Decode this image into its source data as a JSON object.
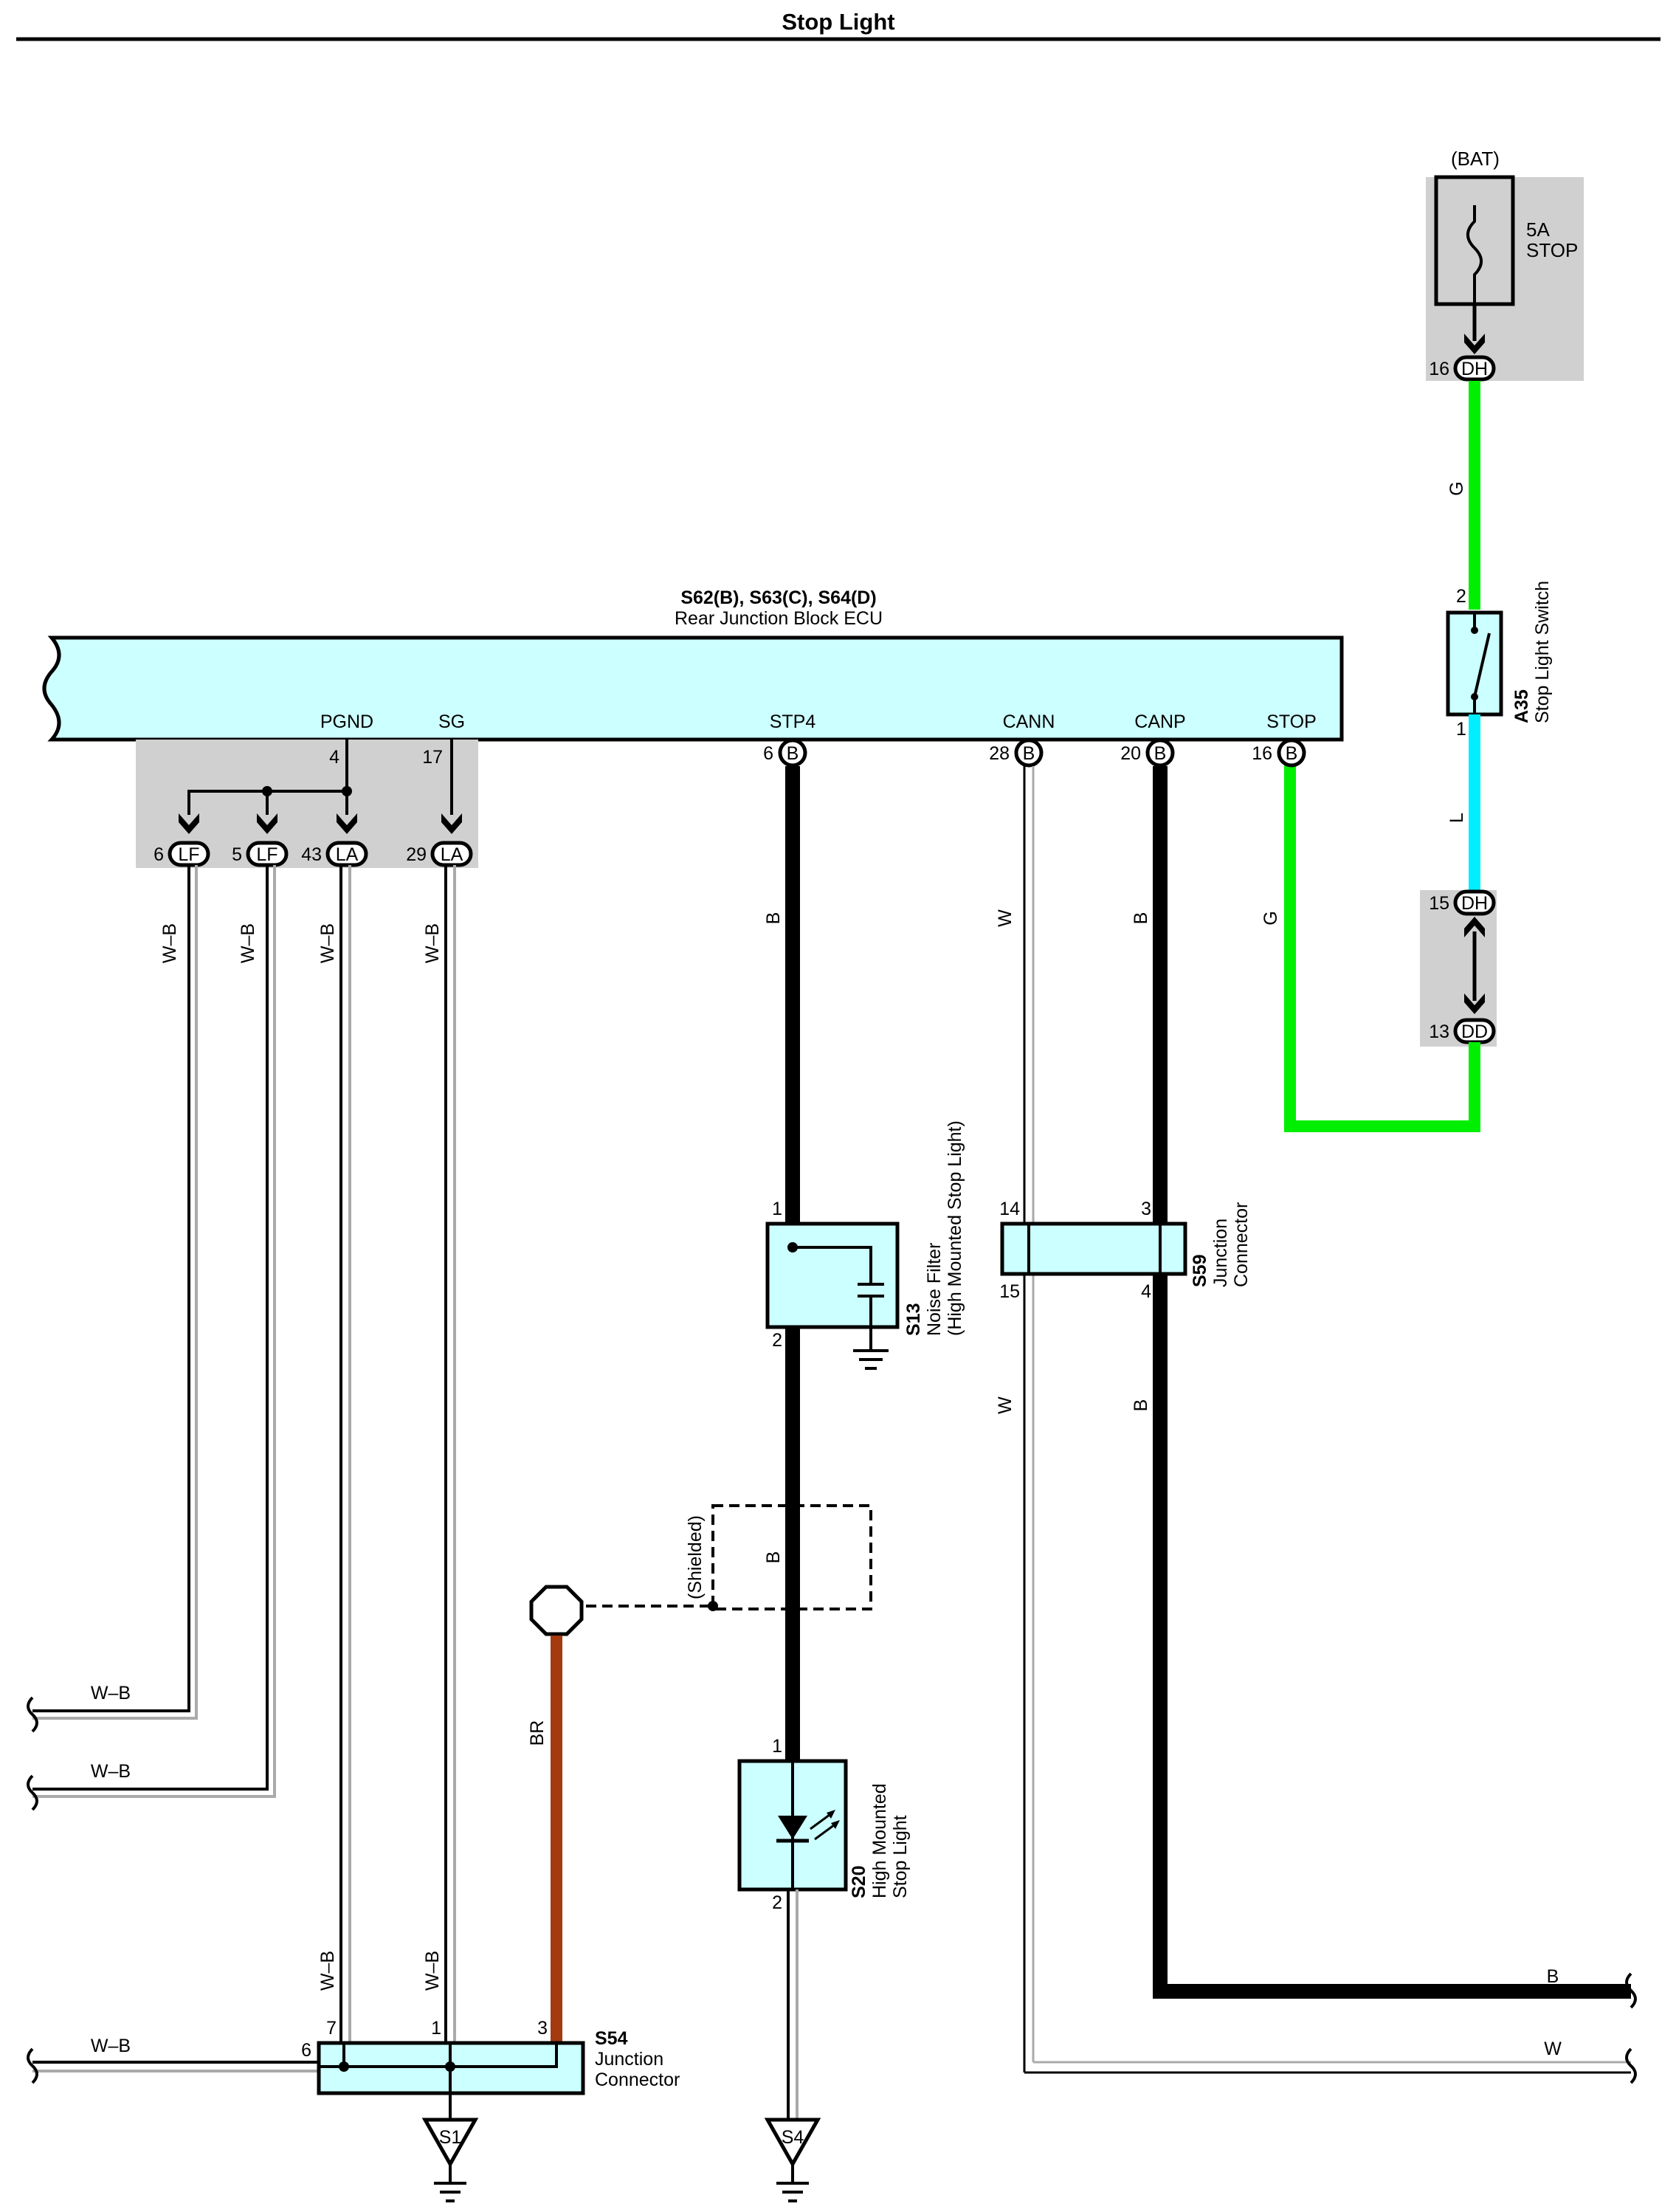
{
  "title": "Stop Light",
  "colors": {
    "component_fill": "#ccffff",
    "connector_area": "#d0d0d0",
    "wire_green": "#00ee00",
    "wire_blue": "#00eeff",
    "wire_brown": "#a33a10",
    "wire_black": "#000000"
  },
  "fuse": {
    "source": "(BAT)",
    "rating": "5A",
    "name": "STOP",
    "pin": "16",
    "connector": "DH"
  },
  "ecu": {
    "id": "S62(B), S63(C), S64(D)",
    "name": "Rear Junction Block ECU",
    "terminals": {
      "pgnd": {
        "label": "PGND",
        "pin": "4"
      },
      "sg": {
        "label": "SG",
        "pin": "17"
      },
      "stp4": {
        "label": "STP4",
        "pin": "6",
        "connector": "B"
      },
      "cann": {
        "label": "CANN",
        "pin": "28",
        "connector": "B"
      },
      "canp": {
        "label": "CANP",
        "pin": "20",
        "connector": "B"
      },
      "stop": {
        "label": "STOP",
        "pin": "16",
        "connector": "B"
      }
    }
  },
  "ground_connectors": [
    {
      "pin": "6",
      "connector": "LF"
    },
    {
      "pin": "5",
      "connector": "LF"
    },
    {
      "pin": "43",
      "connector": "LA"
    },
    {
      "pin": "29",
      "connector": "LA"
    }
  ],
  "stop_light_switch": {
    "id": "A35",
    "name": "Stop Light Switch",
    "pin_in": "2",
    "pin_out": "1"
  },
  "inline_connectors": [
    {
      "pin": "15",
      "connector": "DH"
    },
    {
      "pin": "13",
      "connector": "DD"
    }
  ],
  "noise_filter": {
    "id": "S13",
    "name": "Noise Filter",
    "sub": "(High Mounted Stop Light)",
    "pin_in": "1",
    "pin_out": "2"
  },
  "junction_s59": {
    "id": "S59",
    "name1": "Junction",
    "name2": "Connector",
    "pins": [
      "14",
      "15",
      "3",
      "4"
    ]
  },
  "shield_label": "(Shielded)",
  "high_mount": {
    "id": "S20",
    "name1": "High Mounted",
    "name2": "Stop Light",
    "pin_in": "1",
    "pin_out": "2"
  },
  "junction_s54": {
    "id": "S54",
    "name1": "Junction",
    "name2": "Connector",
    "pins": [
      "7",
      "1",
      "3",
      "6"
    ]
  },
  "grounds": [
    "S1",
    "S4"
  ],
  "wire_labels": {
    "g": "G",
    "l": "L",
    "b": "B",
    "w": "W",
    "wb": "W–B",
    "br": "BR"
  }
}
